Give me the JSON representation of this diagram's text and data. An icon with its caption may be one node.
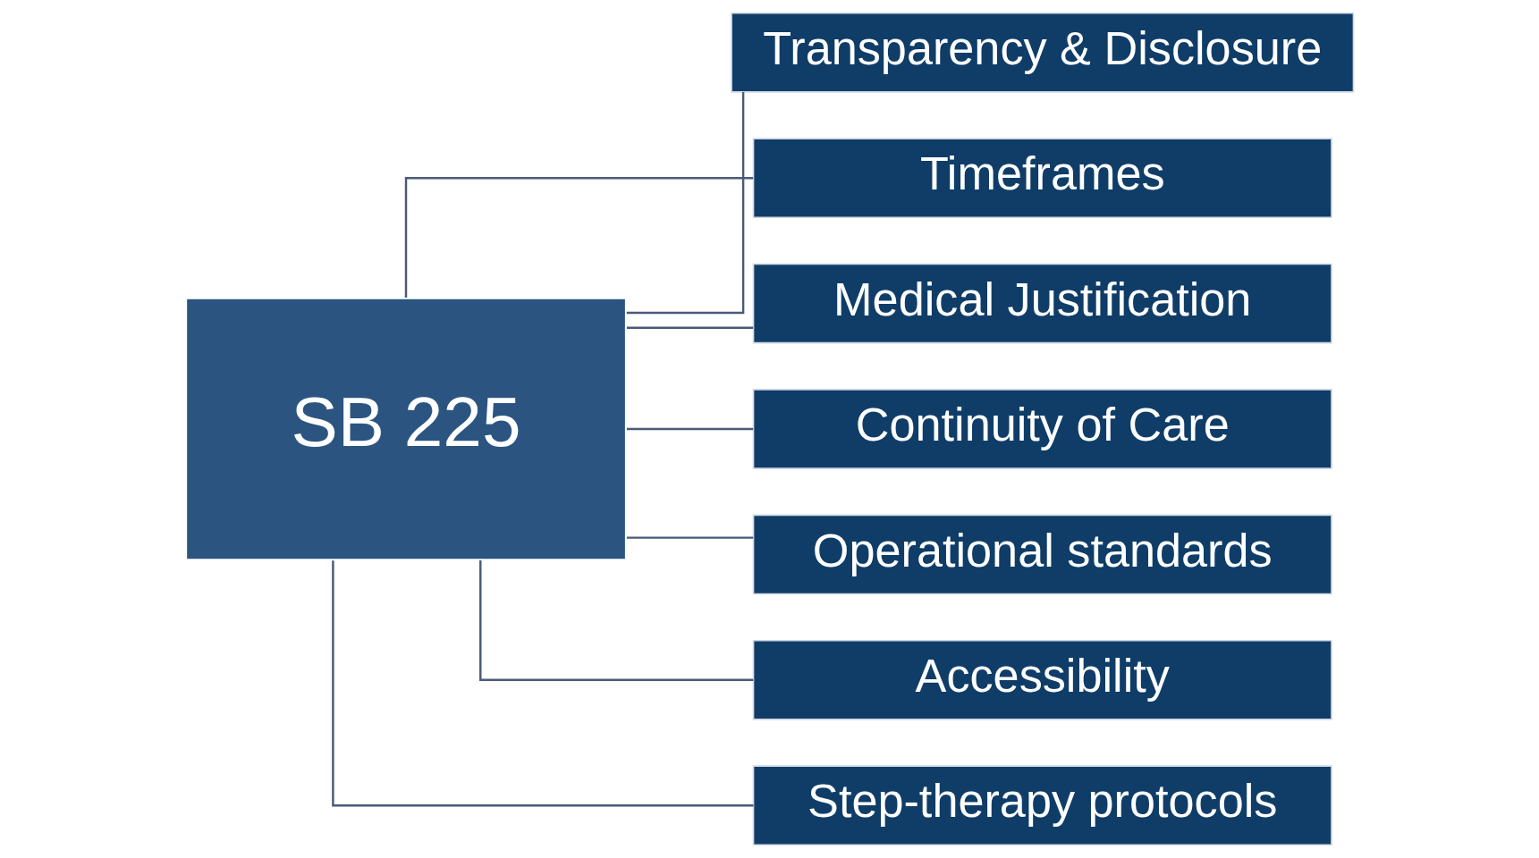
{
  "diagram": {
    "nodes": [
      {
        "text": [
          "SB 225"
        ]
      },
      {
        "text": [
          "Transparency & Disclosure"
        ]
      },
      {
        "text": [
          "Timeframes"
        ]
      },
      {
        "text": [
          "Medical Justification"
        ]
      },
      {
        "text": [
          "Continuity of Care"
        ]
      },
      {
        "text": [
          "Operational standards"
        ]
      },
      {
        "text": [
          "Accessibility"
        ]
      },
      {
        "text": [
          "Step-therapy protocols"
        ]
      }
    ],
    "edges": [
      {
        "from": 0,
        "to": 1,
        "arrow": "none"
      },
      {
        "from": 0,
        "to": 2,
        "arrow": "none"
      },
      {
        "from": 0,
        "to": 3,
        "arrow": "none"
      },
      {
        "from": 0,
        "to": 4,
        "arrow": "none"
      },
      {
        "from": 0,
        "to": 5,
        "arrow": "none"
      },
      {
        "from": 0,
        "to": 6,
        "arrow": "none"
      },
      {
        "from": 0,
        "to": 7,
        "arrow": "none"
      }
    ]
  }
}
